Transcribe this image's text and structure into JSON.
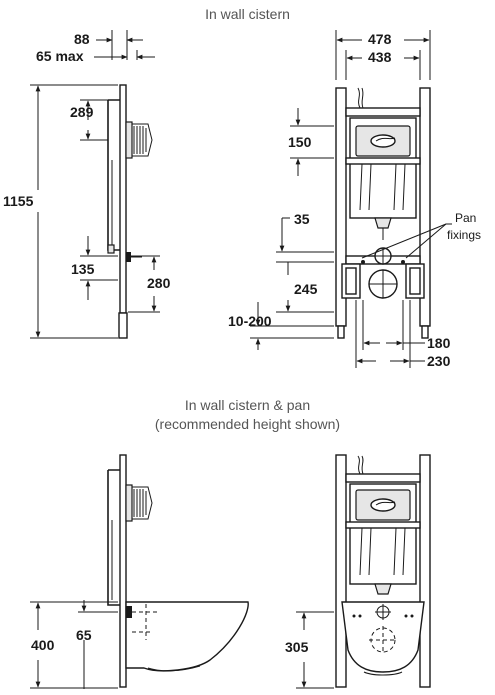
{
  "titles": {
    "top": "In wall cistern",
    "bottom_line1": "In wall cistern & pan",
    "bottom_line2": "(recommended height shown)"
  },
  "side_view_top": {
    "dim_88": "88",
    "dim_65max": "65 max",
    "dim_289": "289",
    "dim_1155": "1155",
    "dim_135": "135",
    "dim_280": "280"
  },
  "front_view_top": {
    "dim_478": "478",
    "dim_438": "438",
    "dim_150": "150",
    "dim_35": "35",
    "dim_245": "245",
    "dim_10_200": "10-200",
    "dim_180": "180",
    "dim_230": "230",
    "pan_fixings_line1": "Pan",
    "pan_fixings_line2": "fixings"
  },
  "side_view_bottom": {
    "dim_400": "400",
    "dim_65": "65"
  },
  "front_view_bottom": {
    "dim_305": "305"
  }
}
